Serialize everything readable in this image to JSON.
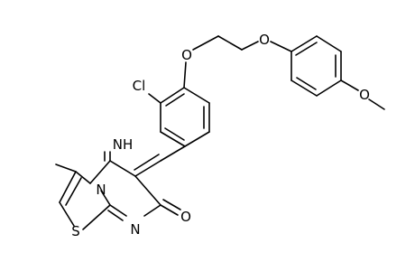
{
  "molecule": {
    "atoms": {
      "cl": "Cl",
      "o_ether1": "O",
      "o_ether2": "O",
      "o_methoxy": "O",
      "imine": "NH",
      "n_ring": "N",
      "n_pyrimidine": "N",
      "s_ring": "S",
      "o_carbonyl": "O"
    }
  }
}
